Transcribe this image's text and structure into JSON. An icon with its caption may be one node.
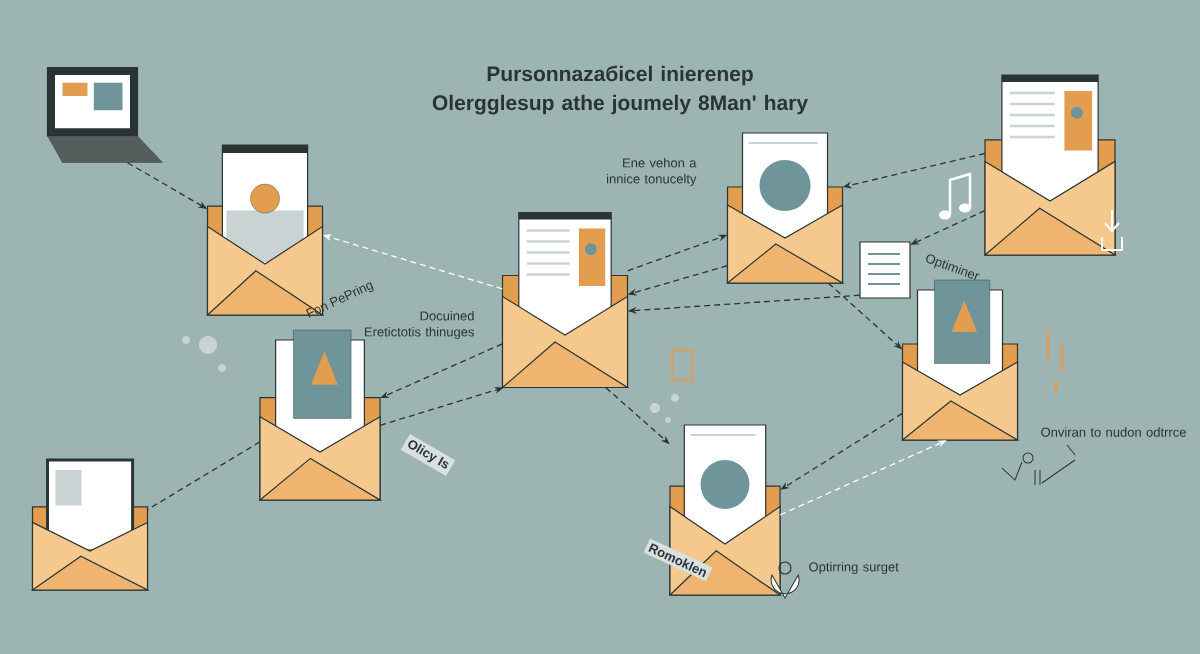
{
  "diagram": {
    "title": "Pursonnazaбicel inierenep Olergglesup athe joumely 8Man' hary",
    "nodes": [
      {
        "text": [],
        "shape": "picture"
      },
      {
        "text": [],
        "shape": "picture"
      },
      {
        "text": [],
        "shape": "picture"
      },
      {
        "text": [],
        "shape": "picture"
      },
      {
        "text": [],
        "shape": "picture"
      },
      {
        "text": [],
        "shape": "picture"
      },
      {
        "text": [],
        "shape": "picture"
      },
      {
        "text": [],
        "shape": "picture"
      },
      {
        "text": [],
        "shape": "picture"
      },
      {
        "text": [],
        "shape": "picture"
      }
    ],
    "edges": [
      {
        "from": 0,
        "to": 1,
        "arrow": "to",
        "style": "dashed"
      },
      {
        "from": 2,
        "to": 1,
        "arrow": "to",
        "style": "dashed",
        "color": "#ffffff"
      },
      {
        "from": 2,
        "to": 3,
        "arrow": "to",
        "style": "dashed"
      },
      {
        "from": 3,
        "to": 2,
        "arrow": "to",
        "style": "dashed"
      },
      {
        "from": 4,
        "to": 3,
        "arrow": "to",
        "style": "dashed"
      },
      {
        "from": 4,
        "to": 5,
        "arrow": "to",
        "style": "dashed"
      },
      {
        "from": 5,
        "to": 2,
        "arrow": "to",
        "style": "dashed"
      },
      {
        "from": 3,
        "to": 6,
        "arrow": "to",
        "style": "dashed"
      },
      {
        "from": 2,
        "to": 8,
        "arrow": "to",
        "style": "dashed"
      },
      {
        "from": 8,
        "to": 2,
        "arrow": "to",
        "style": "dashed"
      },
      {
        "from": 2,
        "to": 7,
        "arrow": "to",
        "style": "dashed"
      },
      {
        "from": 6,
        "to": 7,
        "arrow": "to",
        "style": "dashed"
      },
      {
        "from": 7,
        "to": 6,
        "arrow": "to",
        "style": "dashed",
        "color": "#ffffff"
      },
      {
        "from": 8,
        "to": 9,
        "arrow": "none",
        "style": "dashed"
      }
    ],
    "labels": [
      "Ene vehon a innice tonucelty",
      "Optiminer",
      "Fon PePring",
      "Docuined Eretictotis thinuges",
      "Olicy Is",
      "Romoklen",
      "Optirring surget",
      "Onviran to nudon odtrrce"
    ]
  }
}
